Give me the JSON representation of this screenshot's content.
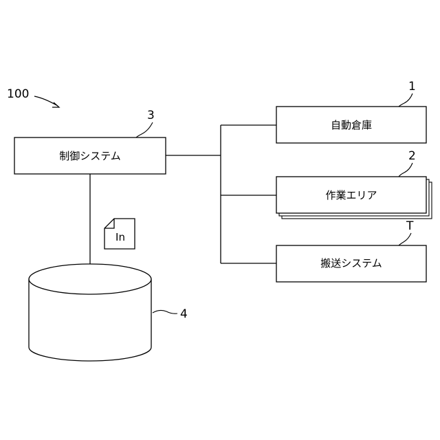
{
  "figure": {
    "ref_main": "100",
    "control": {
      "label": "制御システム",
      "ref": "3"
    },
    "warehouse": {
      "label": "自動倉庫",
      "ref": "1"
    },
    "work_area": {
      "label": "作業エリア",
      "ref": "2"
    },
    "transport": {
      "label": "搬送システム",
      "ref": "T"
    },
    "database": {
      "ref": "4"
    },
    "document": {
      "label": "In"
    }
  }
}
